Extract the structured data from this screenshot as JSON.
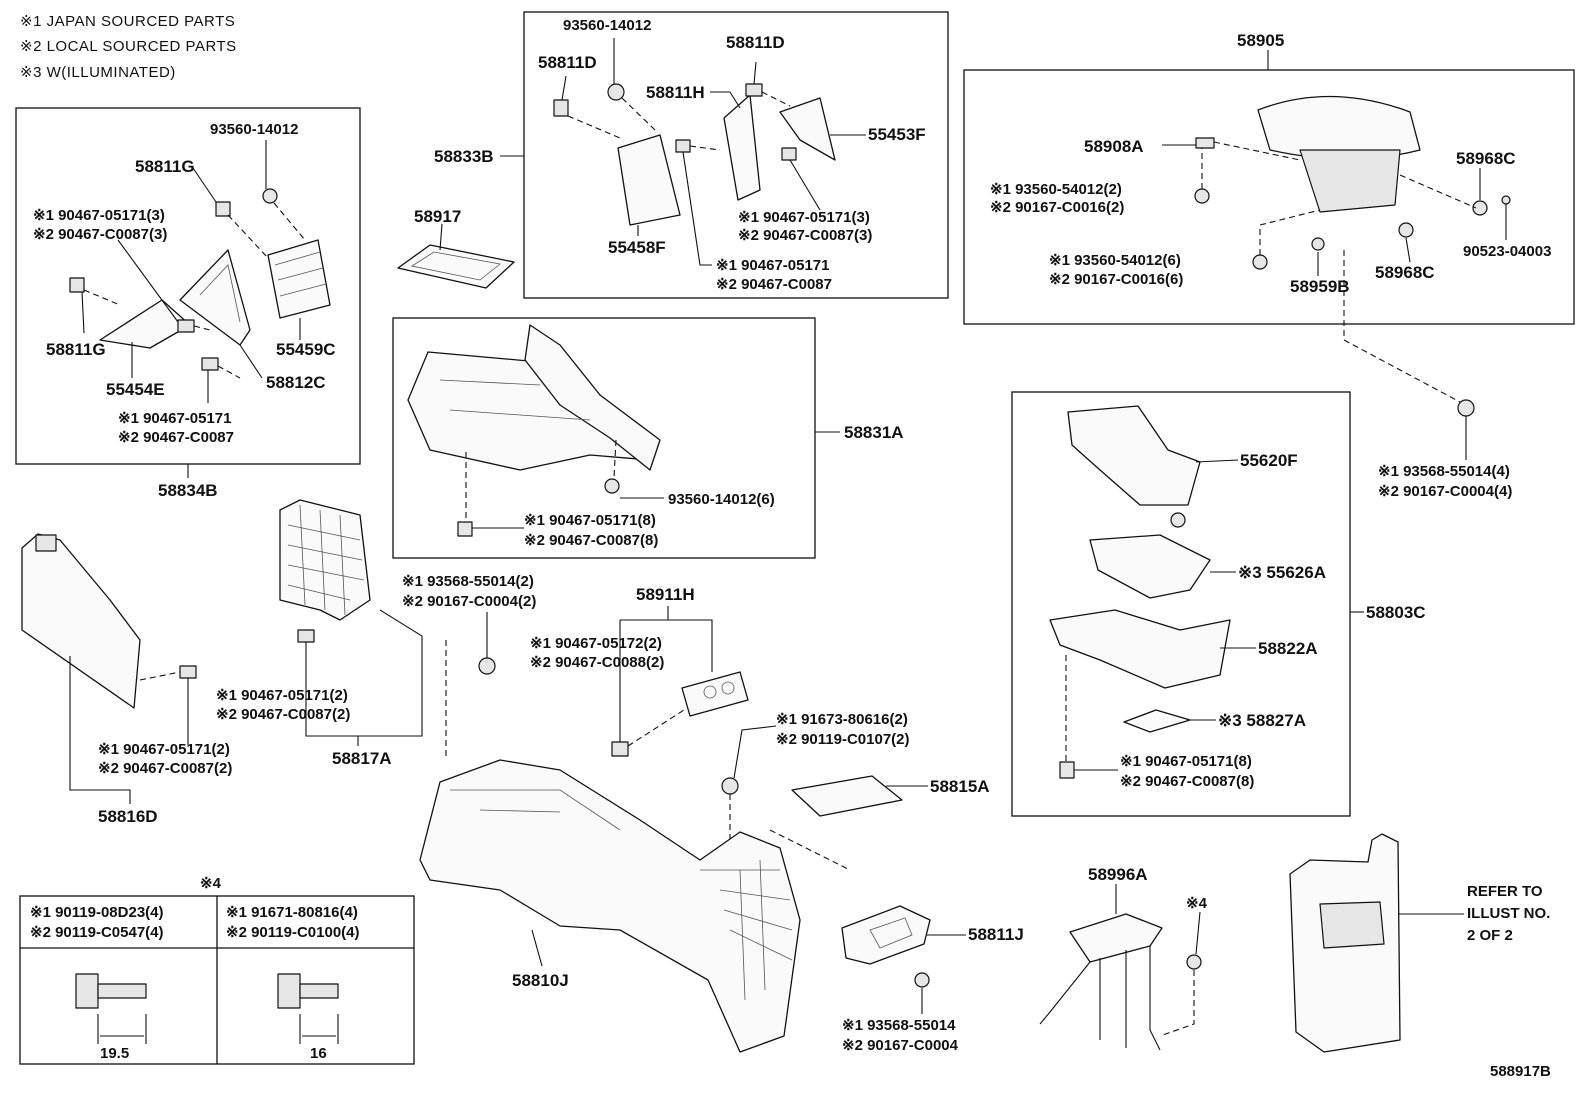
{
  "notes": [
    "※1  JAPAN SOURCED PARTS",
    "※2  LOCAL SOURCED PARTS",
    "※3  W(ILLUMINATED)"
  ],
  "labels": {
    "l58834B": "58834B",
    "l93560_14012_a": "93560-14012",
    "l58811G_top": "58811G",
    "l58811G_bot": "58811G",
    "l90467_05171_3a": "※1 90467-05171(3)",
    "l90467_C0087_3a": "※2 90467-C0087(3)",
    "l55459C": "55459C",
    "l55454E": "55454E",
    "l58812C": "58812C",
    "l90467_05171_a": "※1 90467-05171",
    "l90467_C0087_a": "※2 90467-C0087",
    "l58833B": "58833B",
    "l58917": "58917",
    "l93560_14012_b": "93560-14012",
    "l58811D_a": "58811D",
    "l58811D_b": "58811D",
    "l58811H": "58811H",
    "l55453F": "55453F",
    "l55458F": "55458F",
    "l90467_05171_3b": "※1 90467-05171(3)",
    "l90467_C0087_3b": "※2 90467-C0087(3)",
    "l90467_05171_b": "※1 90467-05171",
    "l90467_C0087_b": "※2 90467-C0087",
    "l58905": "58905",
    "l58908A": "58908A",
    "l58968C_a": "58968C",
    "l58968C_b": "58968C",
    "l93560_54012_2": "※1 93560-54012(2)",
    "l90167_C0016_2": "※2 90167-C0016(2)",
    "l93560_54012_6": "※1 93560-54012(6)",
    "l90167_C0016_6": "※2 90167-C0016(6)",
    "l58959B": "58959B",
    "l90523_04003": "90523-04003",
    "l58831A": "58831A",
    "l93560_14012_6": "93560-14012(6)",
    "l90467_05171_8a": "※1 90467-05171(8)",
    "l90467_C0087_8a": "※2 90467-C0087(8)",
    "l93568_55014_4": "※1 93568-55014(4)",
    "l90167_C0004_4": "※2 90167-C0004(4)",
    "l55620F": "55620F",
    "l55626A": "※3 55626A",
    "l58803C": "58803C",
    "l58822A": "58822A",
    "l58827A": "※3 58827A",
    "l90467_05171_8b": "※1 90467-05171(8)",
    "l90467_C0087_8b": "※2 90467-C0087(8)",
    "l58816D": "58816D",
    "l90467_05171_2a": "※1 90467-05171(2)",
    "l90467_C0087_2a": "※2 90467-C0087(2)",
    "l58817A": "58817A",
    "l90467_05171_2b": "※1 90467-05171(2)",
    "l90467_C0087_2b": "※2 90467-C0087(2)",
    "l93568_55014_2": "※1 93568-55014(2)",
    "l90167_C0004_2": "※2 90167-C0004(2)",
    "l58911H": "58911H",
    "l90467_05172_2": "※1 90467-05172(2)",
    "l90467_C0088_2": "※2 90467-C0088(2)",
    "l91673_80616_2": "※1 91673-80616(2)",
    "l90119_C0107_2": "※2 90119-C0107(2)",
    "l58815A": "58815A",
    "l58810J": "58810J",
    "l58811J": "58811J",
    "l93568_55014": "※1 93568-55014",
    "l90167_C0004": "※2 90167-C0004",
    "l58996A": "58996A",
    "l_star4_a": "※4",
    "l_star4_b": "※4",
    "l90119_08D23_4": "※1 90119-08D23(4)",
    "l90119_C0547_4": "※2 90119-C0547(4)",
    "l91671_80816_4": "※1 91671-80816(4)",
    "l90119_C0100_4": "※2 90119-C0100(4)",
    "l_dim_19_5": "19.5",
    "l_dim_16": "16",
    "refer_1": "REFER TO",
    "refer_2": "ILLUST NO.",
    "refer_3": "2 OF 2",
    "illust_id": "588917B"
  }
}
